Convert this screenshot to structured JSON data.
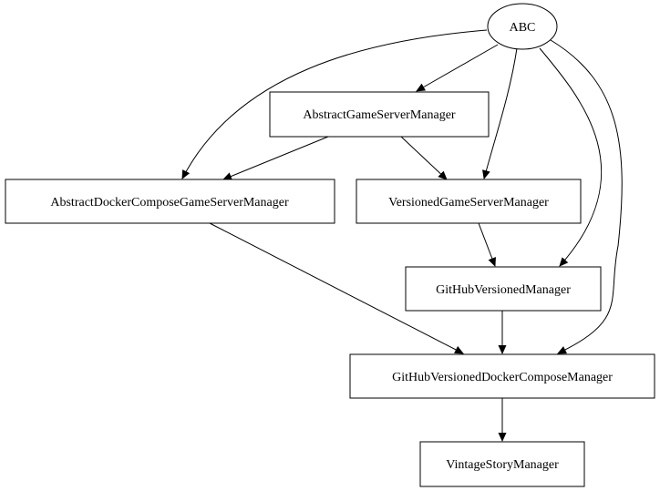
{
  "diagram": {
    "type": "directed-graph",
    "nodes": [
      {
        "id": "abc",
        "label": "ABC",
        "shape": "ellipse"
      },
      {
        "id": "agsm",
        "label": "AbstractGameServerManager",
        "shape": "box"
      },
      {
        "id": "adcgsm",
        "label": "AbstractDockerComposeGameServerManager",
        "shape": "box"
      },
      {
        "id": "vgsm",
        "label": "VersionedGameServerManager",
        "shape": "box"
      },
      {
        "id": "ghvm",
        "label": "GitHubVersionedManager",
        "shape": "box"
      },
      {
        "id": "ghvdcm",
        "label": "GitHubVersionedDockerComposeManager",
        "shape": "box"
      },
      {
        "id": "vsm",
        "label": "VintageStoryManager",
        "shape": "box"
      }
    ],
    "edges": [
      {
        "from": "abc",
        "to": "agsm"
      },
      {
        "from": "abc",
        "to": "adcgsm"
      },
      {
        "from": "abc",
        "to": "vgsm"
      },
      {
        "from": "abc",
        "to": "ghvm"
      },
      {
        "from": "abc",
        "to": "ghvdcm"
      },
      {
        "from": "agsm",
        "to": "adcgsm"
      },
      {
        "from": "agsm",
        "to": "vgsm"
      },
      {
        "from": "vgsm",
        "to": "ghvm"
      },
      {
        "from": "adcgsm",
        "to": "ghvdcm"
      },
      {
        "from": "ghvm",
        "to": "ghvdcm"
      },
      {
        "from": "ghvdcm",
        "to": "vsm"
      }
    ],
    "colors": {
      "stroke": "#000000",
      "fill": "#ffffff",
      "text": "#000000"
    }
  }
}
